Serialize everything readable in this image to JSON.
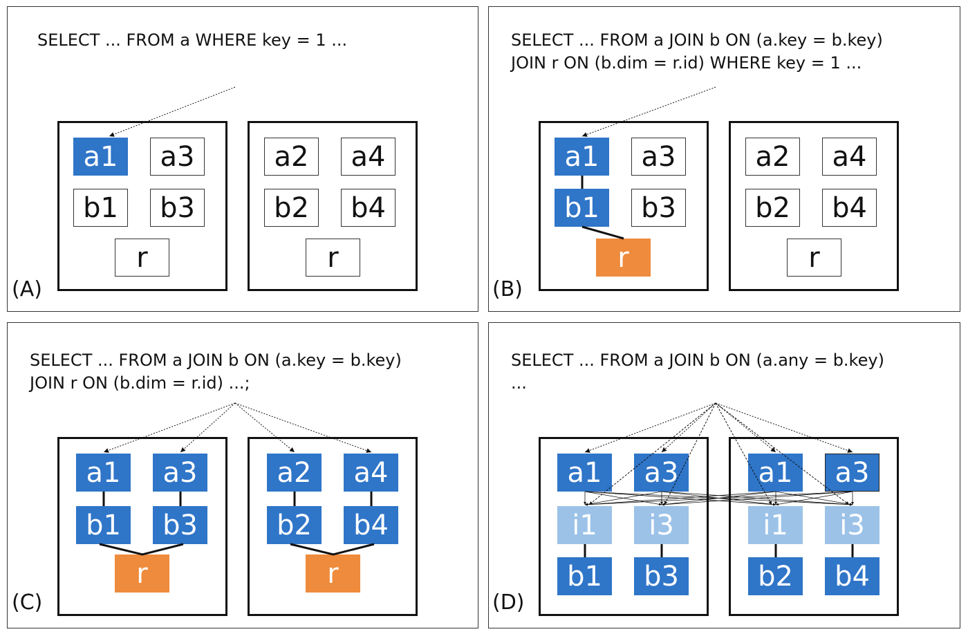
{
  "panels": {
    "A": {
      "label": "(A)",
      "query": [
        "SELECT ... FROM a WHERE key = 1 ..."
      ],
      "nodes": {
        "a1": "a1",
        "a3": "a3",
        "b1": "b1",
        "b3": "b3",
        "r_left": "r",
        "a2": "a2",
        "a4": "a4",
        "b2": "b2",
        "b4": "b4",
        "r_right": "r"
      }
    },
    "B": {
      "label": "(B)",
      "query": [
        "SELECT ... FROM a JOIN b ON (a.key = b.key)",
        "JOIN r ON (b.dim = r.id) WHERE key = 1 ..."
      ],
      "nodes": {
        "a1": "a1",
        "a3": "a3",
        "b1": "b1",
        "b3": "b3",
        "r_left": "r",
        "a2": "a2",
        "a4": "a4",
        "b2": "b2",
        "b4": "b4",
        "r_right": "r"
      }
    },
    "C": {
      "label": "(C)",
      "query": [
        "SELECT ... FROM a JOIN b ON (a.key = b.key)",
        "JOIN r ON (b.dim = r.id) ...;"
      ],
      "nodes": {
        "a1": "a1",
        "a3": "a3",
        "b1": "b1",
        "b3": "b3",
        "r_left": "r",
        "a2": "a2",
        "a4": "a4",
        "b2": "b2",
        "b4": "b4",
        "r_right": "r"
      }
    },
    "D": {
      "label": "(D)",
      "query": [
        "SELECT ... FROM a JOIN b ON (a.any = b.key)",
        "..."
      ],
      "nodes": {
        "left_a1": "a1",
        "left_a3": "a3",
        "left_i1": "i1",
        "left_i3": "i3",
        "left_b1": "b1",
        "left_b3": "b3",
        "right_a1": "a1",
        "right_a3": "a3",
        "right_i1": "i1",
        "right_i3": "i3",
        "right_b2": "b2",
        "right_b4": "b4"
      }
    }
  },
  "colors": {
    "accessed": "#2f75c8",
    "index": "#9cc2e8",
    "replicated": "#ef8b3c",
    "frame": "#111111"
  }
}
